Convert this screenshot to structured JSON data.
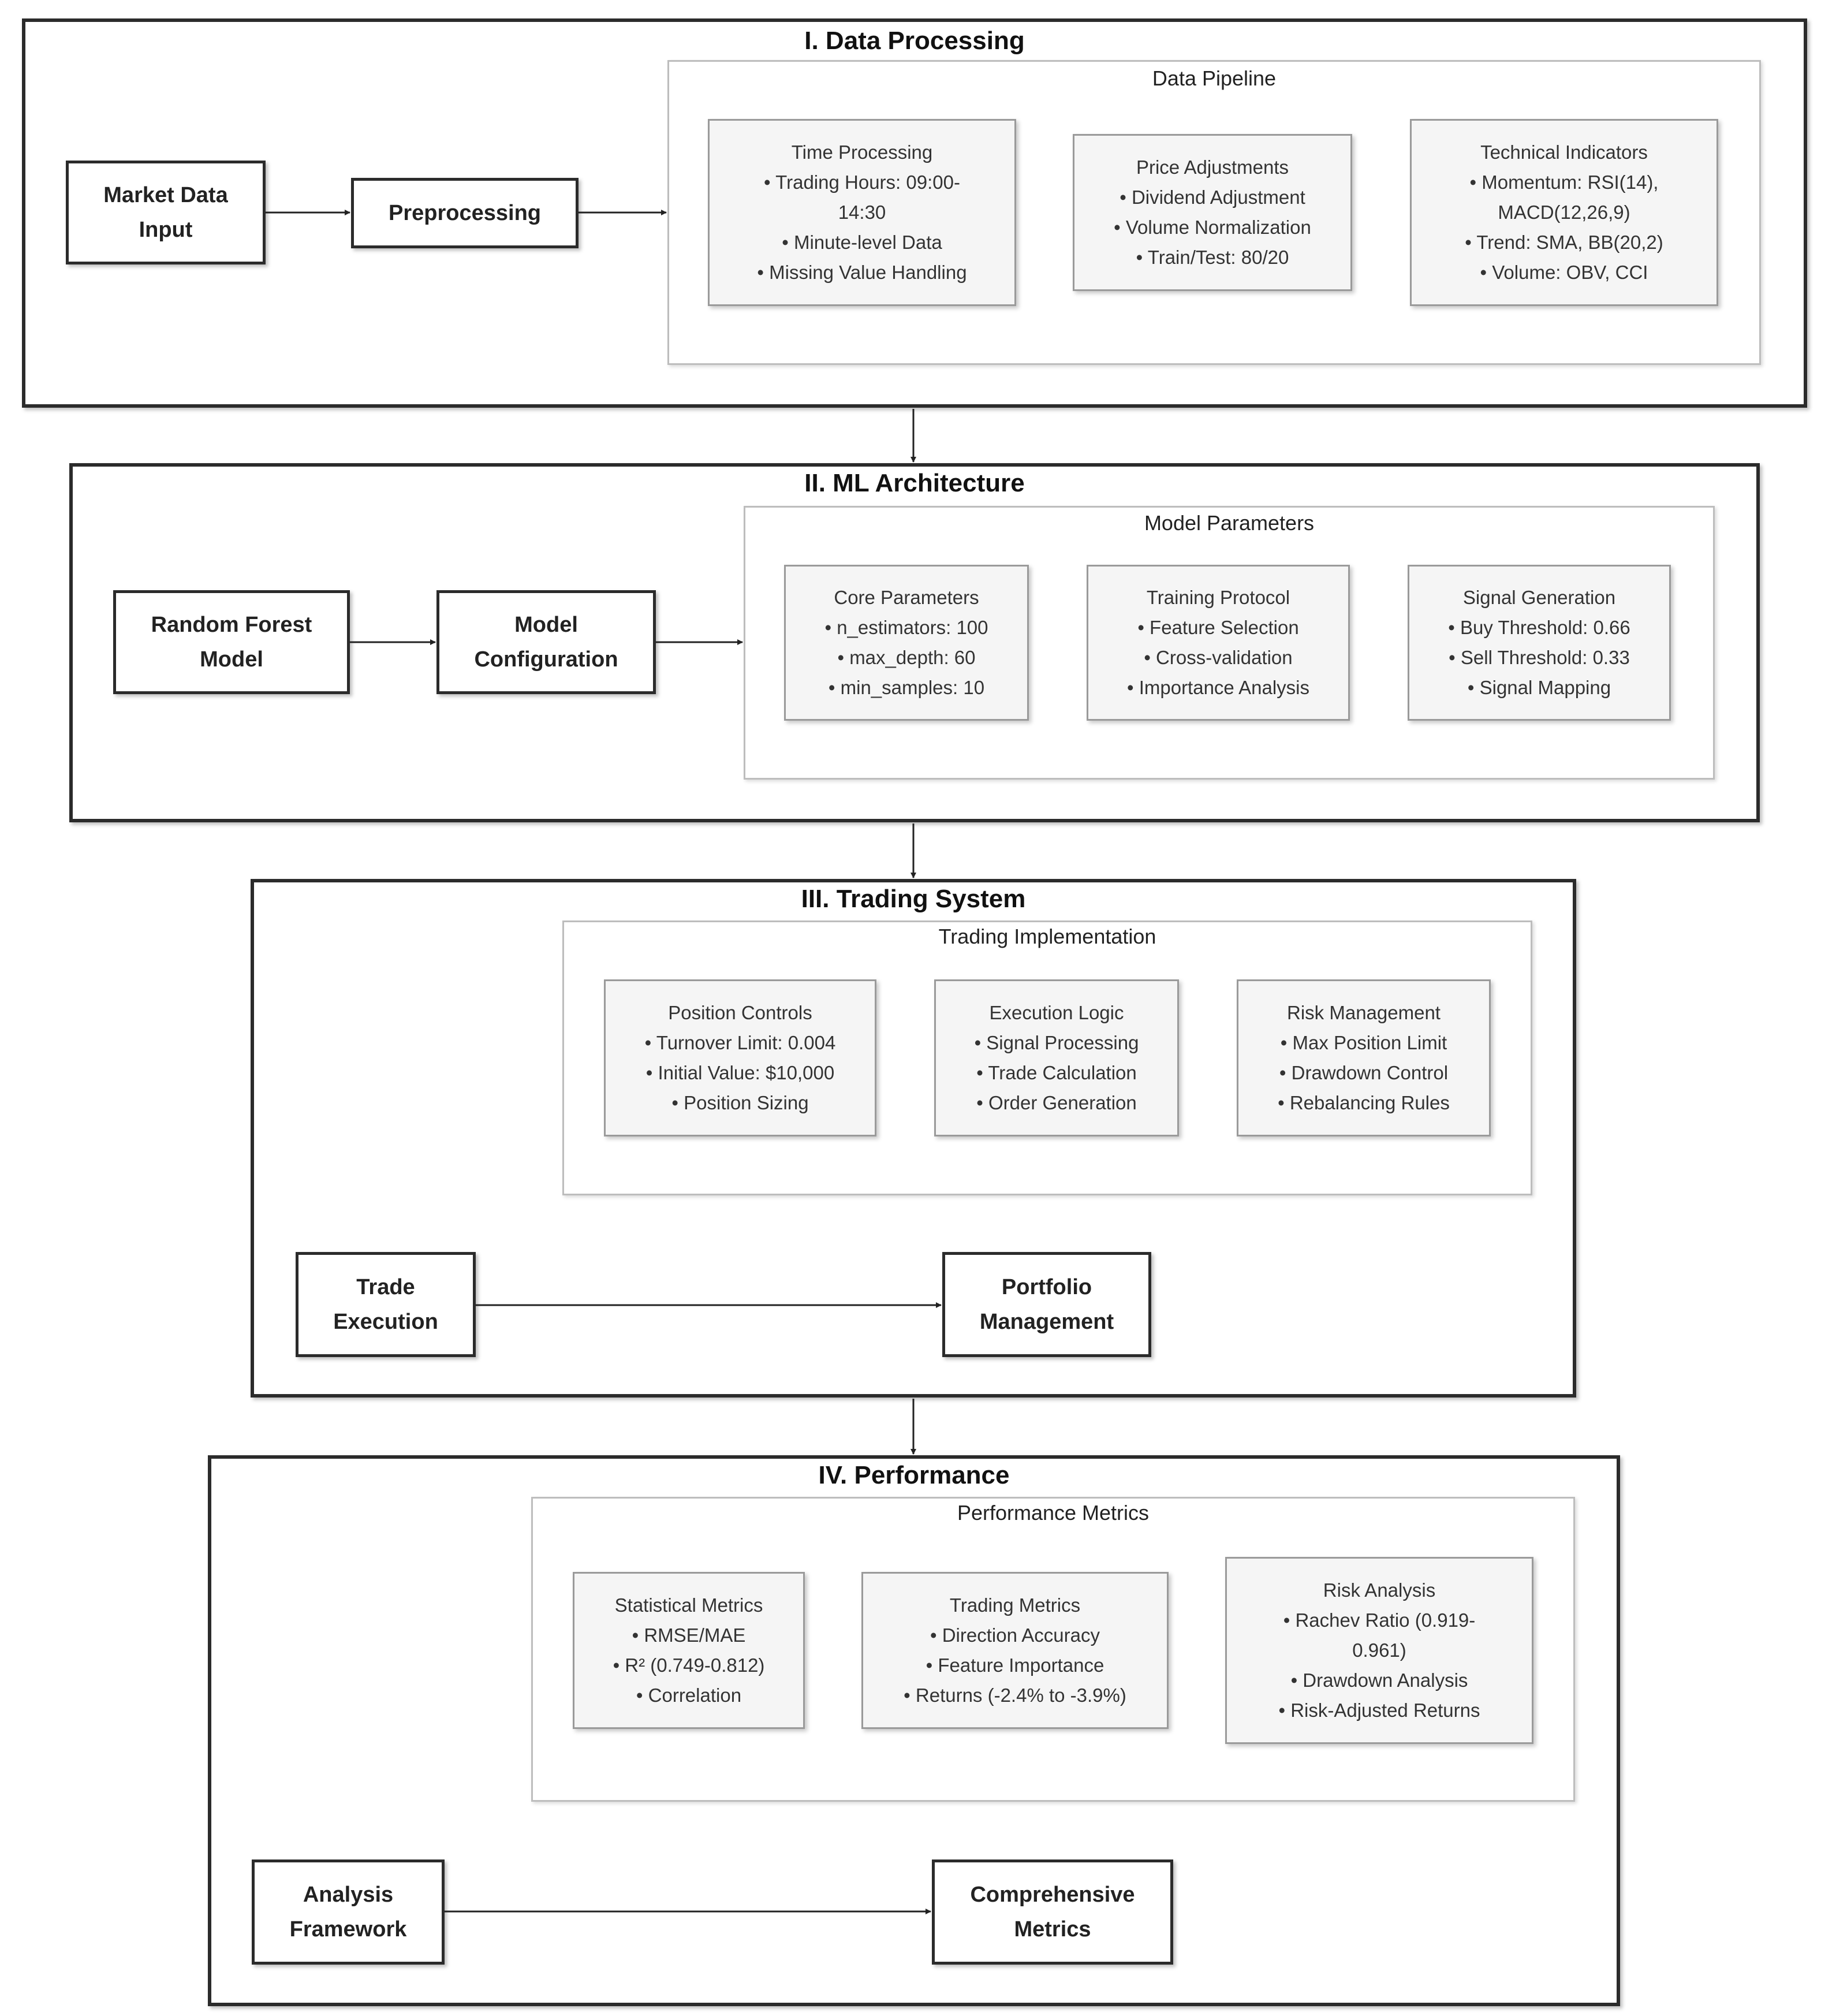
{
  "sections": [
    {
      "title": "I. Data Processing",
      "nodes": [
        {
          "lines": [
            "Market Data",
            "Input"
          ]
        },
        {
          "lines": [
            "Preprocessing"
          ]
        }
      ],
      "group": {
        "title": "Data Pipeline",
        "cards": [
          {
            "lines": [
              "Time Processing",
              "• Trading Hours: 09:00-",
              "14:30",
              "• Minute-level Data",
              "• Missing Value Handling"
            ]
          },
          {
            "lines": [
              "Price Adjustments",
              "• Dividend Adjustment",
              "• Volume Normalization",
              "• Train/Test: 80/20"
            ]
          },
          {
            "lines": [
              "Technical Indicators",
              "• Momentum: RSI(14),",
              "MACD(12,26,9)",
              "• Trend: SMA, BB(20,2)",
              "• Volume: OBV, CCI"
            ]
          }
        ]
      }
    },
    {
      "title": "II. ML Architecture",
      "nodes": [
        {
          "lines": [
            "Random Forest",
            "Model"
          ]
        },
        {
          "lines": [
            "Model",
            "Configuration"
          ]
        }
      ],
      "group": {
        "title": "Model Parameters",
        "cards": [
          {
            "lines": [
              "Core Parameters",
              "• n_estimators: 100",
              "• max_depth: 60",
              "• min_samples: 10"
            ]
          },
          {
            "lines": [
              "Training Protocol",
              "• Feature Selection",
              "• Cross-validation",
              "• Importance Analysis"
            ]
          },
          {
            "lines": [
              "Signal Generation",
              "• Buy Threshold: 0.66",
              "• Sell Threshold: 0.33",
              "• Signal Mapping"
            ]
          }
        ]
      }
    },
    {
      "title": "III. Trading System",
      "nodes": [
        {
          "lines": [
            "Trade",
            "Execution"
          ]
        },
        {
          "lines": [
            "Portfolio",
            "Management"
          ]
        }
      ],
      "group": {
        "title": "Trading Implementation",
        "cards": [
          {
            "lines": [
              "Position Controls",
              "• Turnover Limit: 0.004",
              "• Initial Value: $10,000",
              "• Position Sizing"
            ]
          },
          {
            "lines": [
              "Execution Logic",
              "• Signal Processing",
              "• Trade Calculation",
              "• Order Generation"
            ]
          },
          {
            "lines": [
              "Risk Management",
              "• Max Position Limit",
              "• Drawdown Control",
              "• Rebalancing Rules"
            ]
          }
        ]
      }
    },
    {
      "title": "IV. Performance",
      "nodes": [
        {
          "lines": [
            "Analysis",
            "Framework"
          ]
        },
        {
          "lines": [
            "Comprehensive",
            "Metrics"
          ]
        }
      ],
      "group": {
        "title": "Performance Metrics",
        "cards": [
          {
            "lines": [
              "Statistical Metrics",
              "• RMSE/MAE",
              "• R² (0.749-0.812)",
              "• Correlation"
            ]
          },
          {
            "lines": [
              "Trading Metrics",
              "• Direction Accuracy",
              "• Feature Importance",
              "• Returns (-2.4% to -3.9%)"
            ]
          },
          {
            "lines": [
              "Risk Analysis",
              "• Rachev Ratio (0.919-",
              "0.961)",
              "• Drawdown Analysis",
              "• Risk-Adjusted Returns"
            ]
          }
        ]
      }
    }
  ],
  "colors": {
    "border": "#2b2b2b",
    "card_fill": "#f5f5f5",
    "group_border": "#bdbdbd"
  }
}
